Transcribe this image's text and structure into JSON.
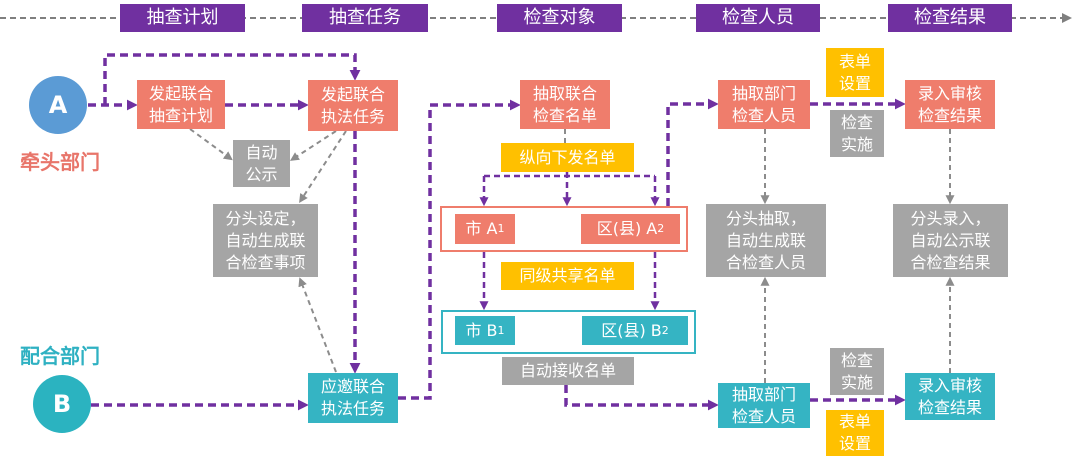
{
  "colors": {
    "stage_header": "#7030a0",
    "flow_arrow": "#7030a0",
    "lead": "#ef7d6c",
    "lead_label": "#e8756a",
    "partner": "#35b4c3",
    "partner_label": "#2fb1c2",
    "circle_a": "#5b9bd5",
    "circle_b": "#2bb3c0",
    "auto": "#a5a5a5",
    "form": "#ffc000",
    "support_arrow": "#8c8c8c",
    "timeline": "#7f7f7f"
  },
  "stages": [
    {
      "label": "抽查计划"
    },
    {
      "label": "抽查任务"
    },
    {
      "label": "检查对象"
    },
    {
      "label": "检查人员"
    },
    {
      "label": "检查结果"
    }
  ],
  "lead_dept": {
    "badge": "A",
    "label": "牵头部门"
  },
  "partner_dept": {
    "badge": "B",
    "label": "配合部门"
  },
  "lead_row": {
    "launch_plan": "发起联合\n抽查计划",
    "launch_task": "发起联合\n执法任务",
    "draw_list": "抽取联合\n检查名单",
    "draw_inspectors": "抽取部门\n检查人员",
    "enter_results": "录入审核\n检查结果"
  },
  "partner_row": {
    "accept_task": "应邀联合\n执法任务",
    "draw_inspectors": "抽取部门\n检查人员",
    "enter_results": "录入审核\n检查结果"
  },
  "system": {
    "auto_publish": "自动\n公示",
    "set_items": "分头设定，\n自动生成联\n合检查事项",
    "draw_people": "分头抽取，\n自动生成联\n合检查人员",
    "publish_results": "分头录入，\n自动公示联\n合检查结果",
    "receive_list": "自动接收名单",
    "inspect_top": "检查\n实施",
    "inspect_bottom": "检查\n实施"
  },
  "forms": {
    "form_top": "表单\n设置",
    "form_bottom": "表单\n设置",
    "issue_down": "纵向下发名单",
    "share_peer": "同级共享名单"
  },
  "targets": {
    "city_a": {
      "label": "市 A",
      "sub": "1"
    },
    "county_a": {
      "label": "区(县) A",
      "sub": "2"
    },
    "city_b": {
      "label": "市 B",
      "sub": "1"
    },
    "county_b": {
      "label": "区(县) B",
      "sub": "2"
    }
  }
}
